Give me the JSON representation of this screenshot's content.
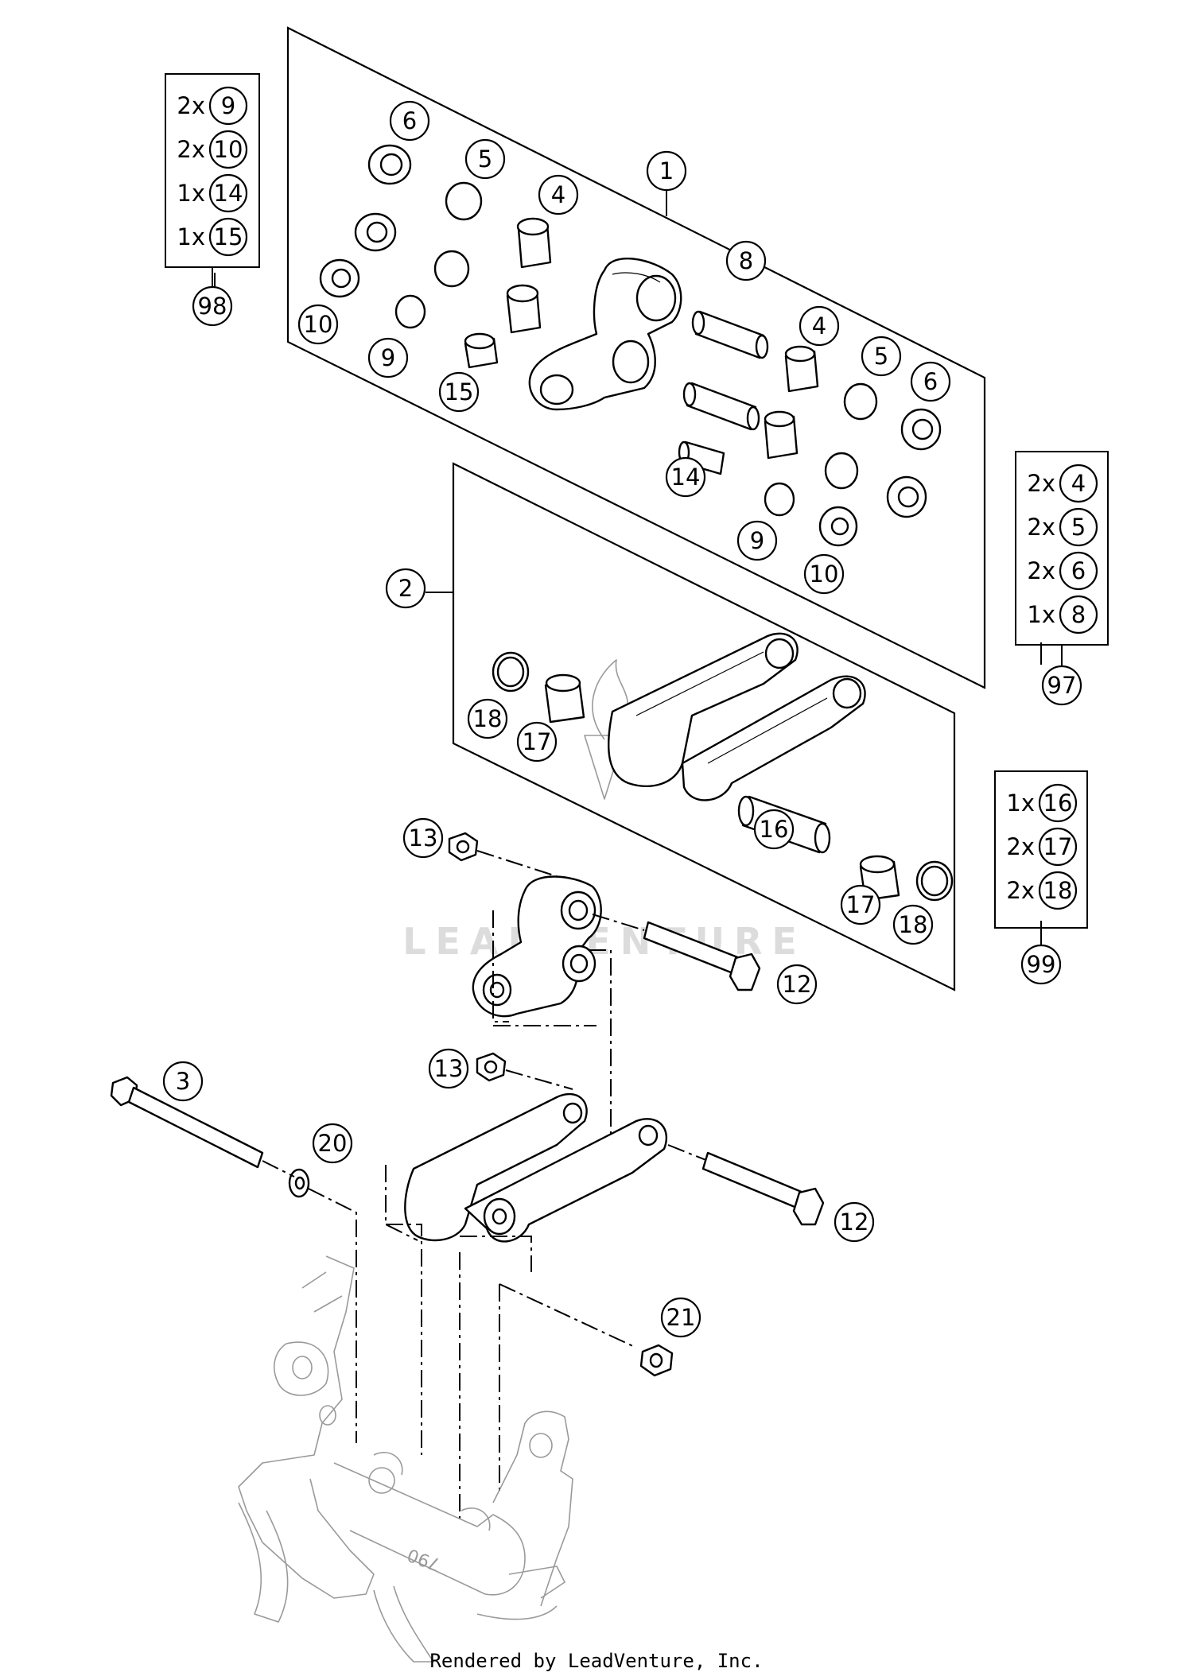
{
  "callouts": [
    {
      "label": "1"
    },
    {
      "label": "2"
    },
    {
      "label": "3"
    },
    {
      "label": "4"
    },
    {
      "label": "4"
    },
    {
      "label": "5"
    },
    {
      "label": "5"
    },
    {
      "label": "6"
    },
    {
      "label": "6"
    },
    {
      "label": "8"
    },
    {
      "label": "9"
    },
    {
      "label": "9"
    },
    {
      "label": "10"
    },
    {
      "label": "10"
    },
    {
      "label": "12"
    },
    {
      "label": "12"
    },
    {
      "label": "13"
    },
    {
      "label": "13"
    },
    {
      "label": "14"
    },
    {
      "label": "15"
    },
    {
      "label": "16"
    },
    {
      "label": "17"
    },
    {
      "label": "17"
    },
    {
      "label": "18"
    },
    {
      "label": "18"
    },
    {
      "label": "20"
    },
    {
      "label": "21"
    }
  ],
  "kits": [
    {
      "id": "98",
      "items": [
        {
          "qty": "2x",
          "part": "9"
        },
        {
          "qty": "2x",
          "part": "10"
        },
        {
          "qty": "1x",
          "part": "14"
        },
        {
          "qty": "1x",
          "part": "15"
        }
      ]
    },
    {
      "id": "97",
      "items": [
        {
          "qty": "2x",
          "part": "4"
        },
        {
          "qty": "2x",
          "part": "5"
        },
        {
          "qty": "2x",
          "part": "6"
        },
        {
          "qty": "1x",
          "part": "8"
        }
      ]
    },
    {
      "id": "99",
      "items": [
        {
          "qty": "1x",
          "part": "16"
        },
        {
          "qty": "2x",
          "part": "17"
        },
        {
          "qty": "2x",
          "part": "18"
        }
      ]
    }
  ],
  "watermark": "LEADVENTURE",
  "frame_marking": "790",
  "footer": "Rendered by LeadVenture, Inc."
}
